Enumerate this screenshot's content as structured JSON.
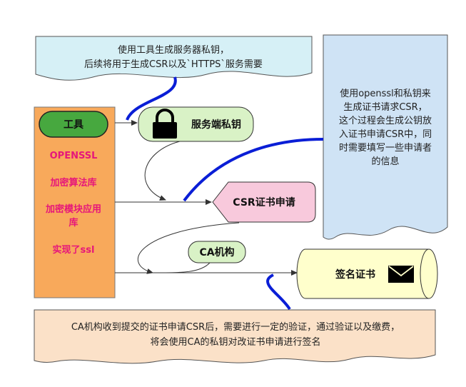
{
  "top_note": {
    "line1": "使用工具生成服务器私钥，",
    "line2": "后续将用于生成CSR以及`HTTPS`服务需要"
  },
  "right_note": {
    "lines": [
      "使用openssl和私钥来",
      "生成证书请求CSR，",
      "这个过程会生成公钥放",
      "入证书申请CSR中，同",
      "时需要填写一些申请者",
      "的信息"
    ]
  },
  "tool_box": {
    "tool_label": "工具",
    "items": [
      "OPENSSL",
      "加密算法库",
      "加密模块应用",
      "库",
      "实现了ssl"
    ]
  },
  "private_key": {
    "label": "服务端私钥",
    "icon": "lock-icon"
  },
  "csr": {
    "label": "CSR证书申请"
  },
  "ca": {
    "label": "CA机构"
  },
  "sign": {
    "label": "签名证书",
    "icon": "envelope-icon"
  },
  "bottom_note": {
    "line1": "CA机构收到提交的证书申请CSR后，需要进行一定的验证，通过验证以及缴费，",
    "line2": "将会使用CA的私钥对改证书申请进行签名"
  },
  "colors": {
    "note_fill": "#d6f0f6",
    "note_right_fill": "#cfe3f5",
    "tool_box_fill": "#f8a95b",
    "tool_pill_fill": "#47a83f",
    "item_text": "#e6177a",
    "green_fill": "#d9f2c6",
    "pink_fill": "#f8c9dc",
    "yellow_fill": "#ffffcc",
    "bottom_fill": "#fbe1c8",
    "blue_line": "#0a1ed6"
  }
}
